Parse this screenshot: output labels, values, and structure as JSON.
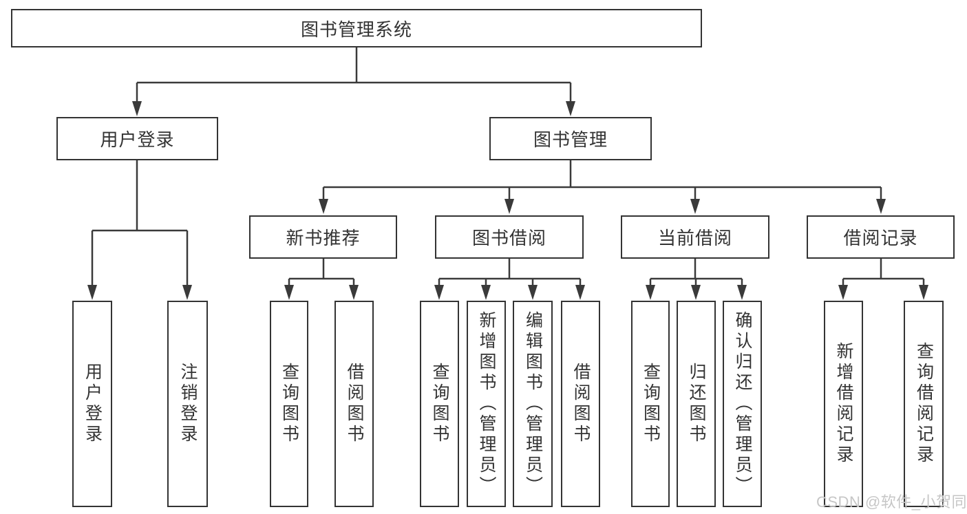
{
  "diagram": {
    "root": {
      "label": "图书管理系统"
    },
    "branches": [
      {
        "label": "用户登录",
        "children": [
          {
            "label": "用户登录"
          },
          {
            "label": "注销登录"
          }
        ]
      },
      {
        "label": "图书管理",
        "children": [
          {
            "label": "新书推荐",
            "children": [
              {
                "label": "查询图书"
              },
              {
                "label": "借阅图书"
              }
            ]
          },
          {
            "label": "图书借阅",
            "children": [
              {
                "label": "查询图书"
              },
              {
                "label": "新增图书（管理员）"
              },
              {
                "label": "编辑图书（管理员）"
              },
              {
                "label": "借阅图书"
              }
            ]
          },
          {
            "label": "当前借阅",
            "children": [
              {
                "label": "查询图书"
              },
              {
                "label": "归还图书"
              },
              {
                "label": "确认归还（管理员）"
              }
            ]
          },
          {
            "label": "借阅记录",
            "children": [
              {
                "label": "新增借阅记录"
              },
              {
                "label": "查询借阅记录"
              }
            ]
          }
        ]
      }
    ],
    "watermark": {
      "text": "CSDN @软件_小贺同学",
      "color": "#c6c6c6"
    },
    "colors": {
      "line": "#3a3a3a",
      "box_border": "#333333",
      "box_fill": "#ffffff",
      "text": "#333333",
      "background": "#ffffff"
    }
  }
}
